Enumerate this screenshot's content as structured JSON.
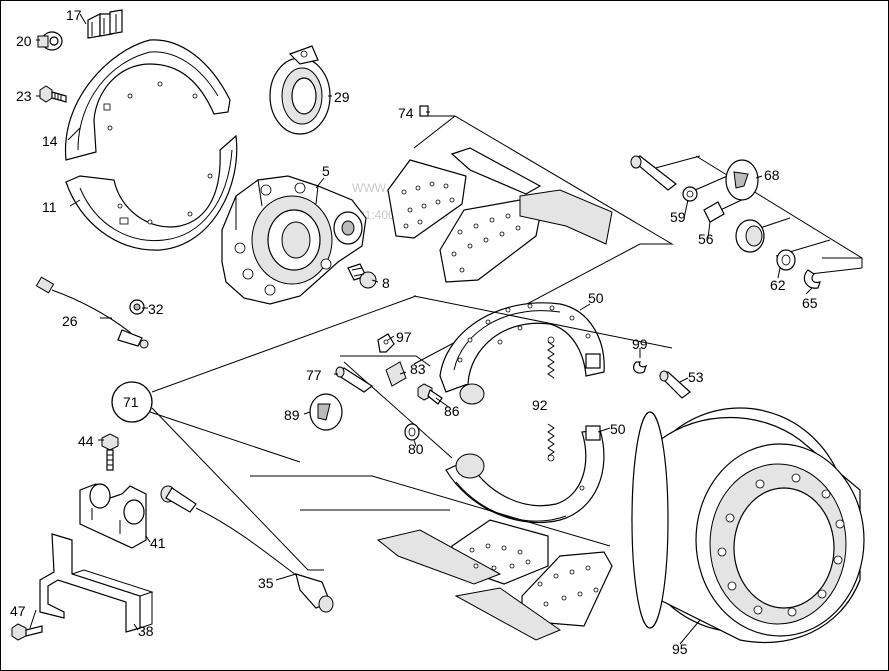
{
  "diagram": {
    "watermark": [
      "WWW.ALCATS.RU",
      "01:4008.06.2025"
    ],
    "callouts": [
      {
        "id": "17",
        "text": "17"
      },
      {
        "id": "20",
        "text": "20"
      },
      {
        "id": "23",
        "text": "23"
      },
      {
        "id": "14",
        "text": "14"
      },
      {
        "id": "11",
        "text": "11"
      },
      {
        "id": "29",
        "text": "29"
      },
      {
        "id": "5",
        "text": "5"
      },
      {
        "id": "74",
        "text": "74"
      },
      {
        "id": "68",
        "text": "68"
      },
      {
        "id": "59",
        "text": "59"
      },
      {
        "id": "56",
        "text": "56"
      },
      {
        "id": "62",
        "text": "62"
      },
      {
        "id": "65",
        "text": "65"
      },
      {
        "id": "8",
        "text": "8"
      },
      {
        "id": "26",
        "text": "26"
      },
      {
        "id": "32",
        "text": "32"
      },
      {
        "id": "50a",
        "text": "50"
      },
      {
        "id": "97",
        "text": "97"
      },
      {
        "id": "99",
        "text": "99"
      },
      {
        "id": "77",
        "text": "77"
      },
      {
        "id": "83",
        "text": "83"
      },
      {
        "id": "53",
        "text": "53"
      },
      {
        "id": "71",
        "text": "71"
      },
      {
        "id": "89",
        "text": "89"
      },
      {
        "id": "86",
        "text": "86"
      },
      {
        "id": "92",
        "text": "92"
      },
      {
        "id": "50b",
        "text": "50"
      },
      {
        "id": "80",
        "text": "80"
      },
      {
        "id": "44",
        "text": "44"
      },
      {
        "id": "41",
        "text": "41"
      },
      {
        "id": "35",
        "text": "35"
      },
      {
        "id": "47",
        "text": "47"
      },
      {
        "id": "38",
        "text": "38"
      },
      {
        "id": "95",
        "text": "95"
      }
    ]
  }
}
